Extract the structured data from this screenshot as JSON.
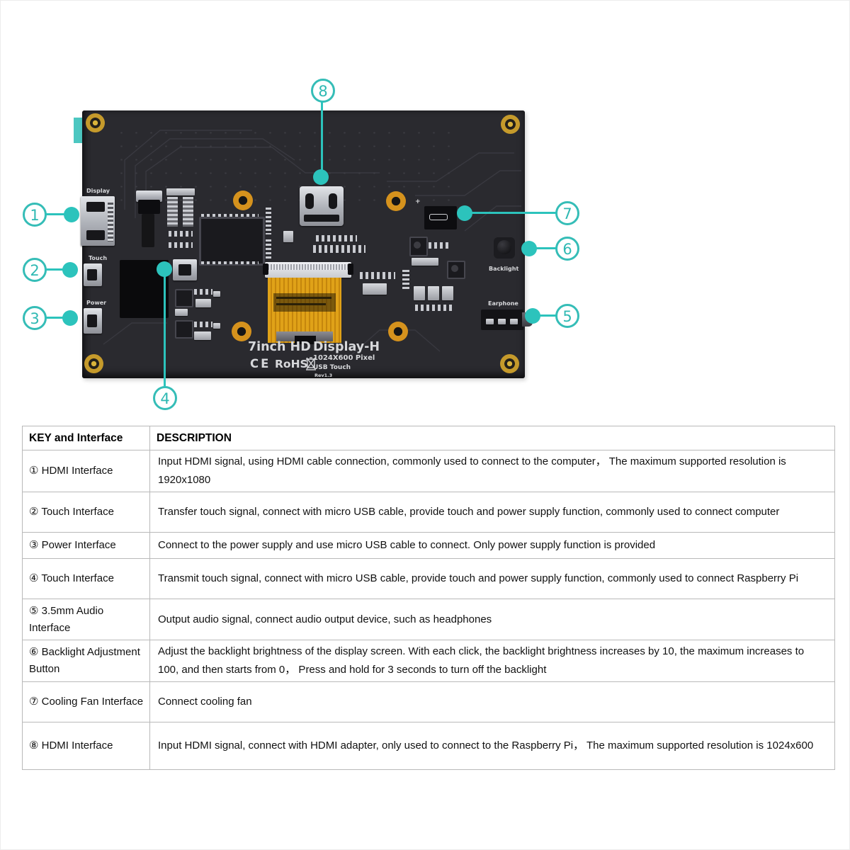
{
  "colors": {
    "accent": "#2cc3bc",
    "board": "#2a2a2f",
    "flex_cable": "#dd9a16",
    "standoff": "#d5921d"
  },
  "board": {
    "labels": {
      "display": "Display",
      "touch_left": "Touch",
      "power": "Power",
      "backlight": "Backlight",
      "earphone": "Earphone"
    },
    "silkscreen": {
      "title_left": "7inch HD",
      "title_right": "Display-H",
      "pixel": "1024X600 Pixel",
      "usb_touch": "USB Touch",
      "rev": "Rev1.3",
      "ce_mark": "CE",
      "rohs": "RoHS"
    }
  },
  "callouts": [
    {
      "num": "1"
    },
    {
      "num": "2"
    },
    {
      "num": "3"
    },
    {
      "num": "4"
    },
    {
      "num": "5"
    },
    {
      "num": "6"
    },
    {
      "num": "7"
    },
    {
      "num": "8"
    }
  ],
  "table": {
    "header": {
      "key": "KEY and Interface",
      "description": "DESCRIPTION"
    },
    "rows": [
      {
        "key": "① HDMI Interface",
        "description": "Input HDMI signal, using HDMI cable connection, commonly used to connect to the computer， The maximum supported resolution is 1920x1080"
      },
      {
        "key": "② Touch Interface",
        "description": "Transfer touch signal, connect with micro USB cable, provide touch and power supply function, commonly used to connect computer"
      },
      {
        "key": "③ Power Interface",
        "description": "Connect to the power supply and use micro USB cable to connect. Only power supply function is provided"
      },
      {
        "key": "④ Touch Interface",
        "description": "Transmit touch signal, connect with micro USB cable, provide touch and power supply function, commonly used to connect Raspberry Pi"
      },
      {
        "key": "⑤ 3.5mm Audio Interface",
        "description": "Output audio signal, connect audio output device, such as headphones"
      },
      {
        "key": "⑥ Backlight Adjustment Button",
        "description": "Adjust the backlight brightness of the display screen. With each click, the backlight brightness increases by 10, the maximum increases to 100, and then starts from 0， Press and hold for 3 seconds to turn off the backlight"
      },
      {
        "key": "⑦ Cooling Fan Interface",
        "description": "Connect cooling fan"
      },
      {
        "key": "⑧ HDMI Interface",
        "description": "Input HDMI signal, connect with HDMI adapter, only used to connect to the Raspberry Pi， The maximum supported resolution is 1024x600"
      }
    ]
  }
}
